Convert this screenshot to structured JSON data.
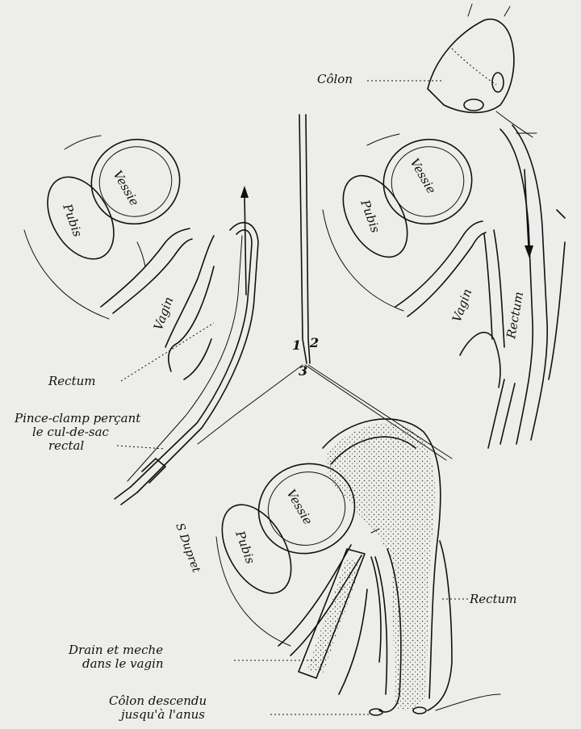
{
  "panel_numbers": {
    "one": "1",
    "two": "2",
    "three": "3"
  },
  "panel1": {
    "vessie": "Vessie",
    "pubis": "Pubis",
    "vagin": "Vagin",
    "rectum": "Rectum",
    "clamp_line1": "Pince-clamp perçant",
    "clamp_line2": "le cul-de-sac",
    "clamp_line3": "rectal"
  },
  "panel2": {
    "colon": "Côlon",
    "vessie": "Vessie",
    "pubis": "Pubis",
    "vagin": "Vagin",
    "rectum": "Rectum"
  },
  "panel3": {
    "vessie": "Vessie",
    "pubis": "Pubis",
    "rectum": "Rectum",
    "drain_line1": "Drain et meche",
    "drain_line2": "dans le vagin",
    "colon_line1": "Côlon descendu",
    "colon_line2": "jusqu'à l'anus"
  },
  "signature": "S Dupret"
}
